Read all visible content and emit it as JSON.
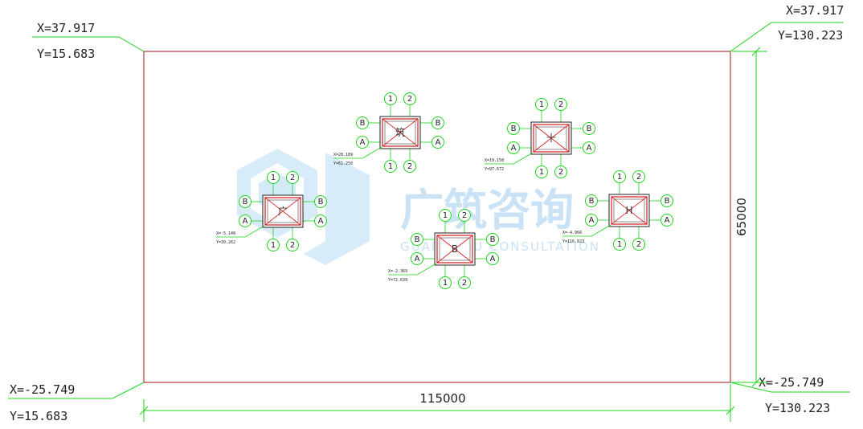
{
  "corners": {
    "top_left": {
      "x": "X=37.917",
      "y": "Y=15.683"
    },
    "top_right": {
      "x": "X=37.917",
      "y": "Y=130.223"
    },
    "bottom_left": {
      "x": "X=-25.749",
      "y": "Y=15.683"
    },
    "bottom_right": {
      "x": "X=-25.749",
      "y": "Y=130.223"
    }
  },
  "dimensions": {
    "width": "115000",
    "height": "65000"
  },
  "watermark": {
    "cn": "广筑咨询",
    "en": "GUANGZHU CONSULTATION"
  },
  "colors": {
    "border": "#a0151b",
    "leader": "#1bd41b",
    "bubble": "#1bd41b",
    "pile": "#d31c1c",
    "text": "#222222"
  },
  "piles": [
    {
      "label": "广",
      "axis_top": [
        "1",
        "2"
      ],
      "axis_bottom": [
        "1",
        "2"
      ],
      "axis_left": [
        "B",
        "A"
      ],
      "axis_right": [
        "B",
        "A"
      ],
      "coord_x": "X=-5.148",
      "coord_y": "Y=39.262"
    },
    {
      "label": "筑",
      "axis_top": [
        "1",
        "2"
      ],
      "axis_bottom": [
        "1",
        "2"
      ],
      "axis_left": [
        "B",
        "A"
      ],
      "axis_right": [
        "B",
        "A"
      ],
      "coord_x": "X=28.189",
      "coord_y": "Y=61.250"
    },
    {
      "label": "B",
      "axis_top": [
        "1",
        "2"
      ],
      "axis_bottom": [
        "1",
        "2"
      ],
      "axis_left": [
        "B",
        "A"
      ],
      "axis_right": [
        "B",
        "A"
      ],
      "coord_x": "X=-2.369",
      "coord_y": "Y=72.639"
    },
    {
      "label": "十",
      "axis_top": [
        "1",
        "2"
      ],
      "axis_bottom": [
        "1",
        "2"
      ],
      "axis_left": [
        "B",
        "A"
      ],
      "axis_right": [
        "B",
        "A"
      ],
      "coord_x": "X=19.158",
      "coord_y": "Y=97.672"
    },
    {
      "label": "H",
      "axis_top": [
        "1",
        "2"
      ],
      "axis_bottom": [
        "1",
        "2"
      ],
      "axis_left": [
        "B",
        "A"
      ],
      "axis_right": [
        "B",
        "A"
      ],
      "coord_x": "X=-4.966",
      "coord_y": "Y=116.823"
    }
  ]
}
